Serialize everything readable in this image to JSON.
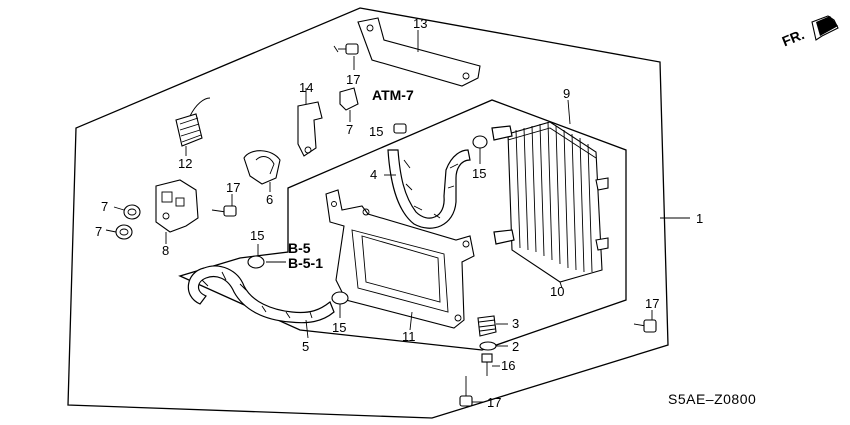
{
  "diagram": {
    "orientation_label": "FR.",
    "references": [
      "ATM-7",
      "B-5",
      "B-5-1"
    ],
    "callouts": [
      "1",
      "2",
      "3",
      "4",
      "5",
      "6",
      "7",
      "7",
      "7",
      "8",
      "9",
      "10",
      "11",
      "12",
      "13",
      "14",
      "15",
      "15",
      "15",
      "15",
      "16",
      "17",
      "17",
      "17",
      "17"
    ],
    "diagram_code": "S5AE–Z0800"
  }
}
